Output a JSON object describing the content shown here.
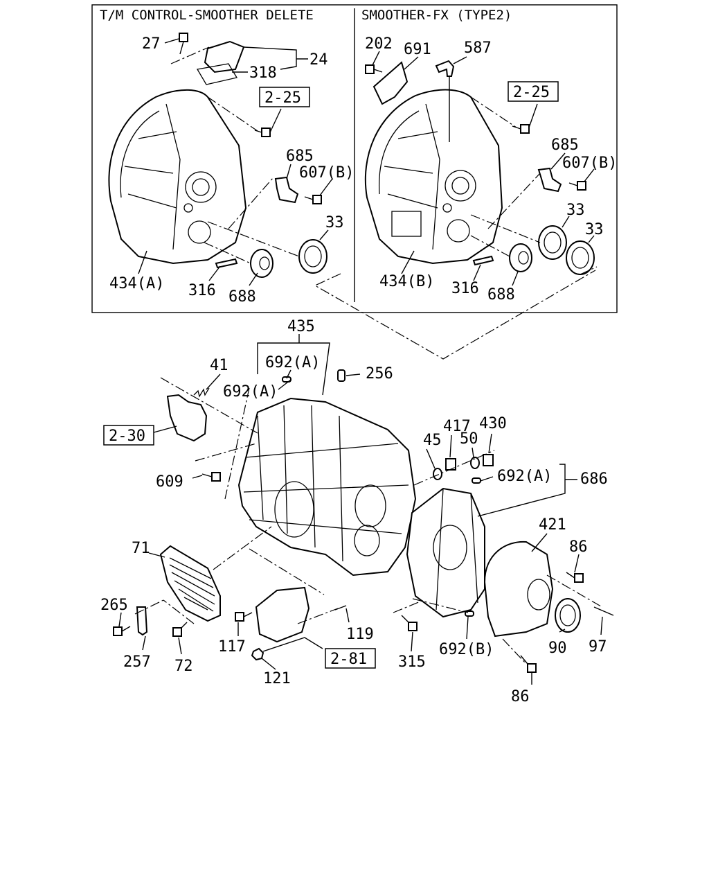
{
  "panels": {
    "left_title": "T/M CONTROL-SMOOTHER DELETE",
    "right_title": "SMOOTHER-FX (TYPE2)"
  },
  "references": {
    "left_2_25": "2-25",
    "right_2_25": "2-25",
    "ref_2_30": "2-30",
    "ref_2_81": "2-81"
  },
  "callouts": {
    "l_27": "27",
    "l_24": "24",
    "l_318": "318",
    "l_685": "685",
    "l_607b": "607(B)",
    "l_33": "33",
    "l_434a": "434(A)",
    "l_316": "316",
    "l_688": "688",
    "r_202": "202",
    "r_691": "691",
    "r_587": "587",
    "r_685": "685",
    "r_607b": "607(B)",
    "r_33a": "33",
    "r_33b": "33",
    "r_434b": "434(B)",
    "r_316": "316",
    "r_688": "688",
    "m_435": "435",
    "m_692a_1": "692(A)",
    "m_692a_2": "692(A)",
    "m_256": "256",
    "m_41": "41",
    "m_609": "609",
    "m_45": "45",
    "m_417": "417",
    "m_50": "50",
    "m_430": "430",
    "m_692a_3": "692(A)",
    "m_686": "686",
    "m_71": "71",
    "m_421": "421",
    "m_86a": "86",
    "m_265": "265",
    "m_257": "257",
    "m_72": "72",
    "m_117": "117",
    "m_119": "119",
    "m_121": "121",
    "m_315": "315",
    "m_692b": "692(B)",
    "m_90": "90",
    "m_97": "97",
    "m_86b": "86"
  }
}
